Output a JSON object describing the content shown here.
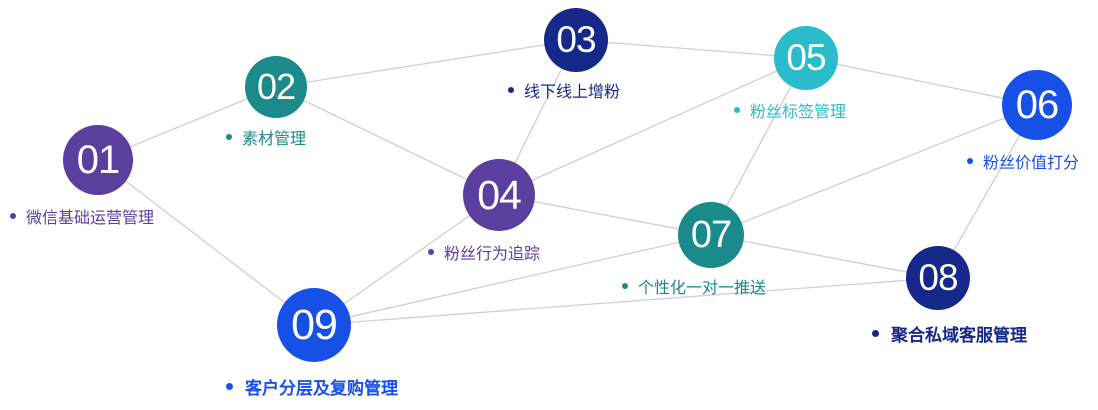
{
  "nodes": [
    {
      "id": "01",
      "number": "01",
      "label": "微信基础运营管理",
      "color": "#5a3f9e"
    },
    {
      "id": "02",
      "number": "02",
      "label": "素材管理",
      "color": "#1a8a8a"
    },
    {
      "id": "03",
      "number": "03",
      "label": "线下线上增粉",
      "color": "#16288a"
    },
    {
      "id": "04",
      "number": "04",
      "label": "粉丝行为追踪",
      "color": "#5a3f9e"
    },
    {
      "id": "05",
      "number": "05",
      "label": "粉丝标签管理",
      "color": "#2bbccb"
    },
    {
      "id": "06",
      "number": "06",
      "label": "粉丝价值打分",
      "color": "#1650e6"
    },
    {
      "id": "07",
      "number": "07",
      "label": "个性化一对一推送",
      "color": "#1a8a8a"
    },
    {
      "id": "08",
      "number": "08",
      "label": "聚合私域客服管理",
      "color": "#16288a"
    },
    {
      "id": "09",
      "number": "09",
      "label": "客户分层及复购管理",
      "color": "#1650e6"
    }
  ],
  "edges": [
    [
      "01",
      "02"
    ],
    [
      "01",
      "09"
    ],
    [
      "02",
      "03"
    ],
    [
      "02",
      "04"
    ],
    [
      "03",
      "04"
    ],
    [
      "03",
      "05"
    ],
    [
      "04",
      "05"
    ],
    [
      "04",
      "07"
    ],
    [
      "04",
      "09"
    ],
    [
      "05",
      "06"
    ],
    [
      "05",
      "07"
    ],
    [
      "06",
      "07"
    ],
    [
      "06",
      "08"
    ],
    [
      "07",
      "08"
    ],
    [
      "07",
      "09"
    ],
    [
      "08",
      "09"
    ]
  ]
}
